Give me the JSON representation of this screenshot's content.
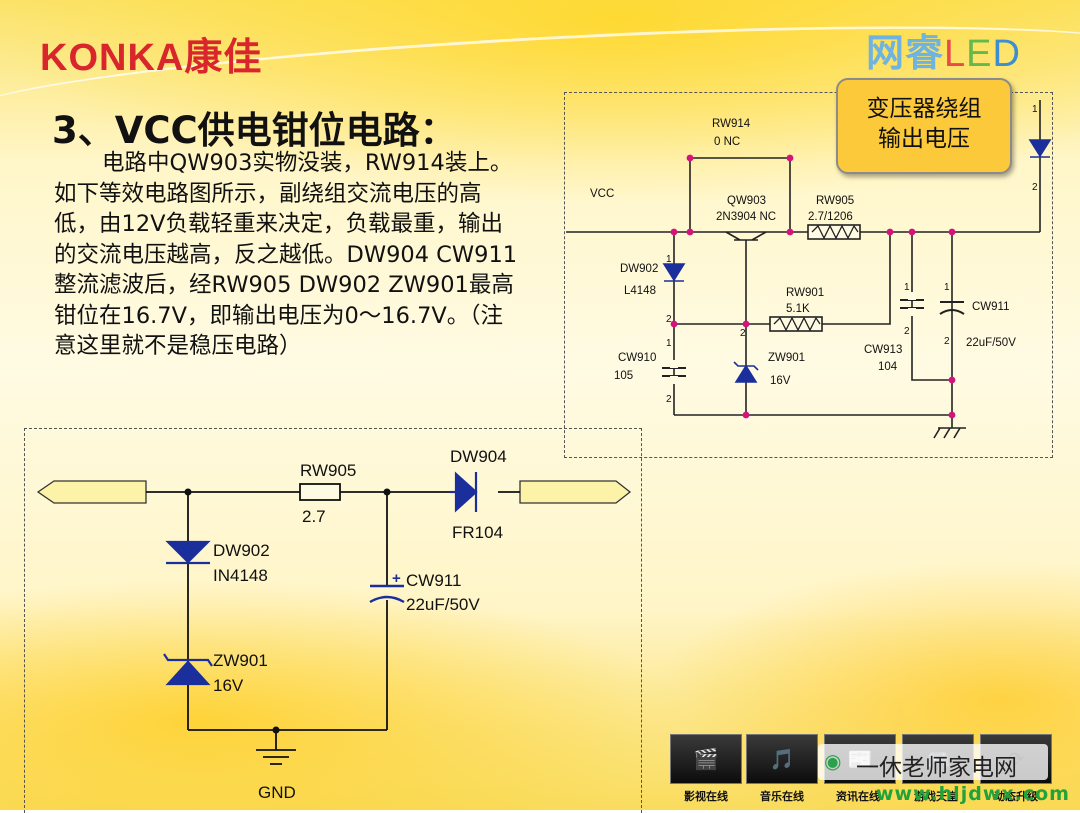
{
  "header": {
    "brand": "KONKA康佳",
    "partner_cn": "网睿",
    "partner_l": "L",
    "partner_e": "E",
    "partner_d": "D"
  },
  "slide": {
    "title": "3、VCC供电钳位电路：",
    "paragraph": "电路中QW903实物没装，RW914装上。如下等效电路图所示，副绕组交流电压的高低，由12V负载轻重来决定，负载最重，输出的交流电压越高，反之越低。DW904 CW911整流滤波后，经RW905 DW902 ZW901最高钳位在16.7V，即输出电压为0～16.7V。（注意这里就不是稳压电路）"
  },
  "callout": {
    "line1": "变压器绕组",
    "line2": "输出电压"
  },
  "schematic_top": {
    "rw914": "RW914",
    "rw914_val": "0   NC",
    "vcc": "VCC",
    "qw903": "QW903",
    "qw903_val": "2N3904  NC",
    "rw905": "RW905",
    "rw905_val": "2.7/1206",
    "dw902": "DW902",
    "dw902_val": "L4148",
    "rw901": "RW901",
    "rw901_val": "5.1K",
    "cw911": "CW911",
    "cw911_val": "22uF/50V",
    "cw910": "CW910",
    "cw910_val": "105",
    "zw901": "ZW901",
    "zw901_val": "16V",
    "cw913": "CW913",
    "cw913_val": "104",
    "pin1": "1",
    "pin2": "2"
  },
  "schematic_bottom": {
    "rw905": "RW905",
    "rw905_val": "2.7",
    "dw904": "DW904",
    "dw904_val": "FR104",
    "dw902": "DW902",
    "dw902_val": "IN4148",
    "cw911": "CW911",
    "cw911_val": "22uF/50V",
    "cw911_plus": "+",
    "zw901": "ZW901",
    "zw901_val": "16V",
    "gnd": "GND"
  },
  "footer": {
    "thumbs": [
      {
        "icon": "🎬",
        "caption": "影视在线"
      },
      {
        "icon": "🎵",
        "caption": "音乐在线"
      },
      {
        "icon": "📰",
        "caption": "资讯在线"
      },
      {
        "icon": "🎮",
        "caption": "游戏天堂"
      },
      {
        "icon": "⟳",
        "caption": "动态升级"
      }
    ],
    "watermark": "一休老师家电网",
    "site": "www.hljdwx.com"
  },
  "colors": {
    "logo_red": "#d9262c",
    "callout_fill": "#fcc93a",
    "node_magenta": "#d4147a",
    "component_blue": "#1a2f9c"
  }
}
